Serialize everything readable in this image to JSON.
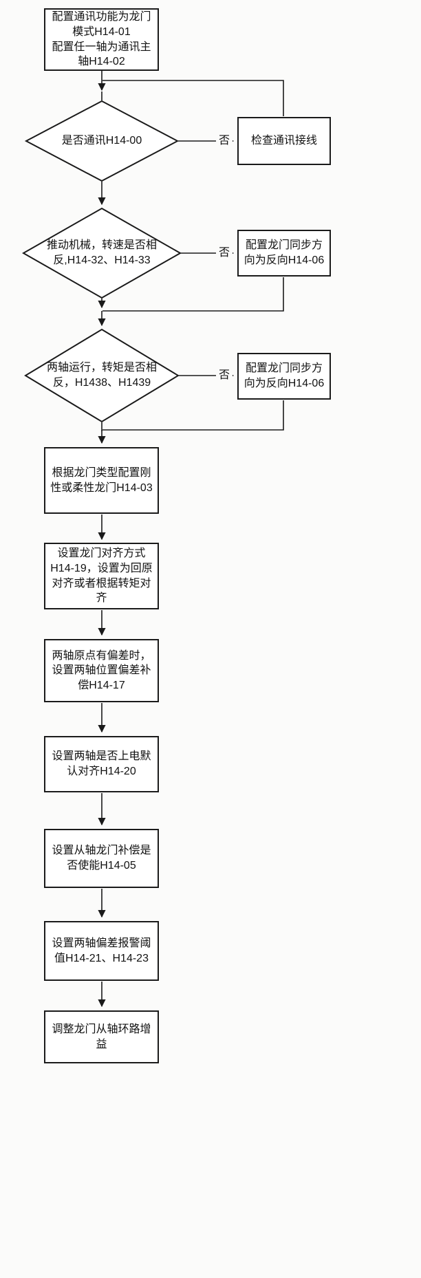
{
  "flowchart": {
    "nodes": {
      "start": "配置通讯功能为龙门模式H14-01\n配置任一轴为通讯主轴H14-02",
      "decision_comm": "是否通讯H14-00",
      "check_wiring": "检查通讯接线",
      "decision_speed": "推动机械，转速是否相反,H14-32、H14-33",
      "sync_direction_1": "配置龙门同步方向为反向H14-06",
      "decision_torque": "两轴运行，转矩是否相反，H1438、H1439",
      "sync_direction_2": "配置龙门同步方向为反向H14-06",
      "gantry_type": "根据龙门类型配置刚性或柔性龙门H14-03",
      "align_mode": "设置龙门对齐方式H14-19，设置为回原对齐或者根据转矩对齐",
      "offset_compensation": "两轴原点有偏差时，设置两轴位置偏差补偿H14-17",
      "power_on_align": "设置两轴是否上电默认对齐H14-20",
      "slave_compensation": "设置从轴龙门补偿是否使能H14-05",
      "alarm_threshold": "设置两轴偏差报警阈值H14-21、H14-23",
      "loop_gain": "调整龙门从轴环路增益"
    },
    "edge_labels": {
      "no": "否"
    },
    "colors": {
      "stroke": "#1a1a1a",
      "node_fill": "#ffffff",
      "background": "#fbfbfa"
    }
  }
}
